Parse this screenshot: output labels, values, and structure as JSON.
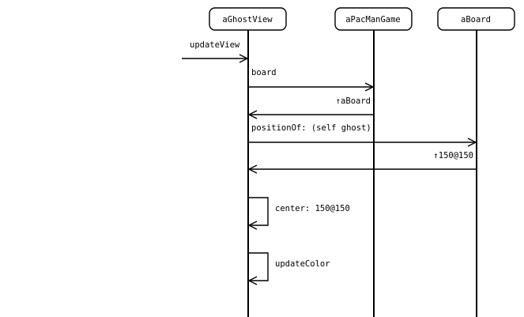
{
  "participants": [
    {
      "id": "ghostview",
      "label": "aGhostView"
    },
    {
      "id": "pacmangame",
      "label": "aPacManGame"
    },
    {
      "id": "board",
      "label": "aBoard"
    }
  ],
  "messages": [
    {
      "label": "updateView",
      "from": "external",
      "to": "ghostview",
      "kind": "call"
    },
    {
      "label": "board",
      "from": "ghostview",
      "to": "pacmangame",
      "kind": "call"
    },
    {
      "label": "↑aBoard",
      "from": "pacmangame",
      "to": "ghostview",
      "kind": "return"
    },
    {
      "label": "positionOf: (self ghost)",
      "from": "ghostview",
      "to": "board",
      "kind": "call"
    },
    {
      "label": "↑150@150",
      "from": "board",
      "to": "ghostview",
      "kind": "return"
    },
    {
      "label": "center: 150@150",
      "from": "ghostview",
      "to": "ghostview",
      "kind": "self"
    },
    {
      "label": "updateColor",
      "from": "ghostview",
      "to": "ghostview",
      "kind": "self"
    }
  ]
}
